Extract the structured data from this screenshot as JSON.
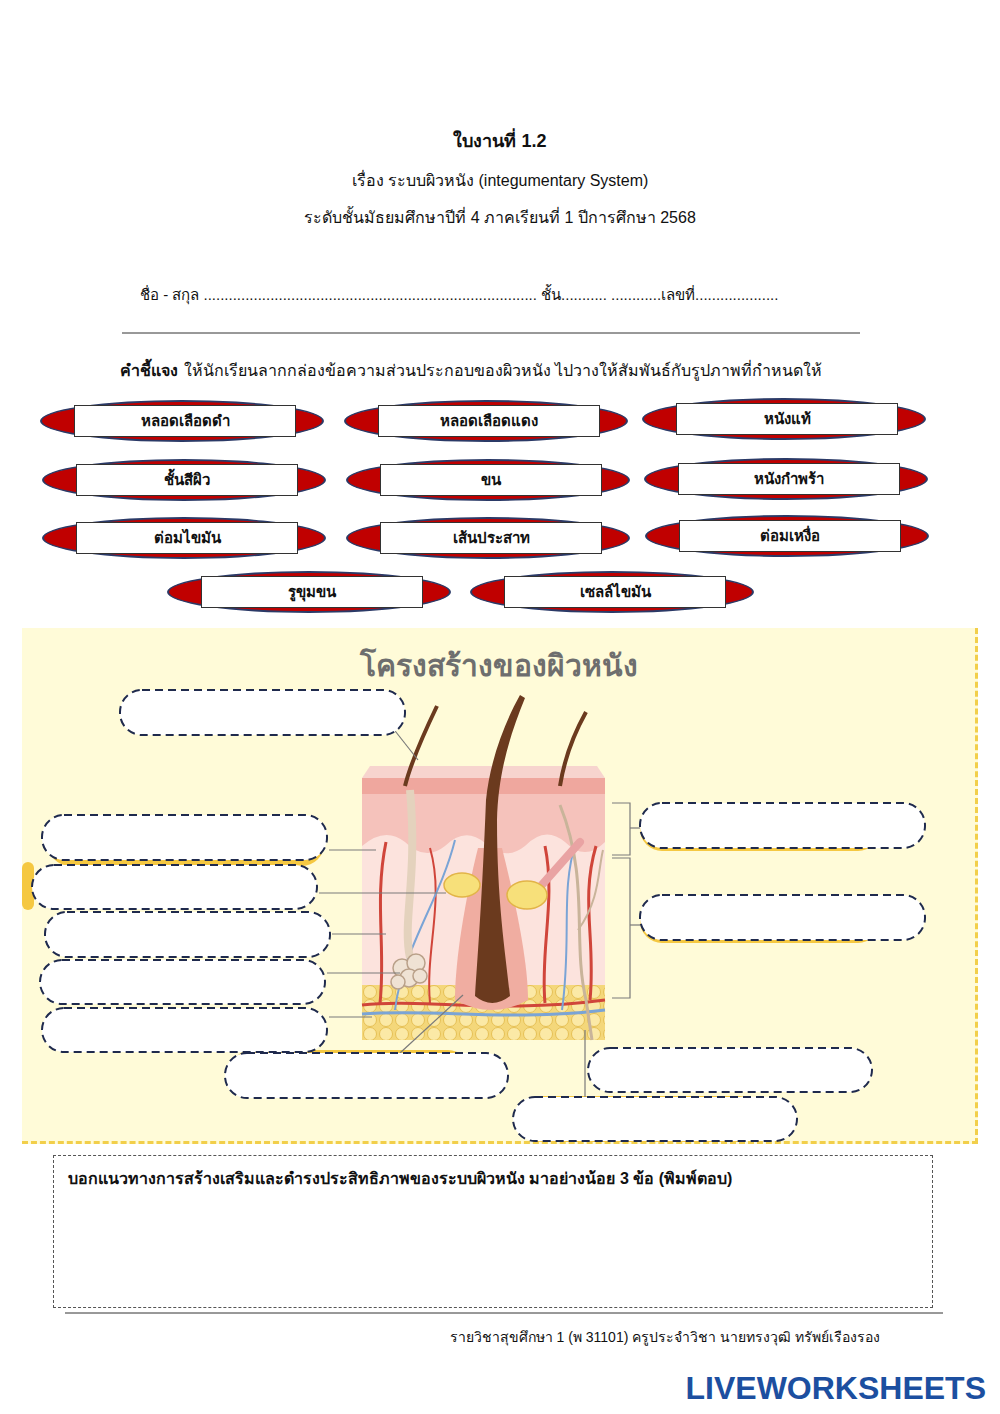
{
  "diagram": {
    "title": "ใบงานที่ 1.2",
    "nodes": [
      {
        "text": [
          "หลอดเลือดดำ"
        ]
      },
      {
        "text": [
          "หลอดเลือดแดง"
        ]
      },
      {
        "text": [
          "หนังแท้"
        ]
      },
      {
        "text": [
          "ชั้นสีผิว"
        ]
      },
      {
        "text": [
          "ขน"
        ]
      },
      {
        "text": [
          "หนังกำพร้า"
        ]
      },
      {
        "text": [
          "ต่อมไขมัน"
        ]
      },
      {
        "text": [
          "เส้นประสาท"
        ]
      },
      {
        "text": [
          "ต่อมเหงื่อ"
        ]
      },
      {
        "text": [
          "รูขุมขน"
        ]
      },
      {
        "text": [
          "เซลล์ไขมัน"
        ]
      },
      {
        "text": [
          "โครงสร้างของผิวหนัง"
        ]
      },
      {
        "text": [
          "บอกแนวทางการสร้างเสริมและดำรงประสิทธิภาพของระบบผิวหนัง มาอย่างน้อย 3 ข้อ (พิมพ์ตอบ)"
        ]
      }
    ],
    "labels": [
      "เรื่อง ระบบผิวหนัง (integumentary System)",
      "ระดับชั้นมัธยมศึกษาปีที่ 4 ภาคเรียนที่ 1 ปีการศึกษา 2568",
      "ชื่อ - สกุล ................................................................................ ชั้น........... ............เลขที่....................",
      "คำชี้แจง",
      "ให้นักเรียนลากกล่องข้อความส่วนประกอบของผิวหนัง ไปวางให้สัมพันธ์กับรูปภาพที่กำหนดให้",
      "รายวิชาสุขศึกษา 1 (พ 31101) ครูประจำวิชา นายทรงวุฒิ  ทรัพย์เรืองรอง",
      "LIVEWORKSHEETS"
    ]
  }
}
